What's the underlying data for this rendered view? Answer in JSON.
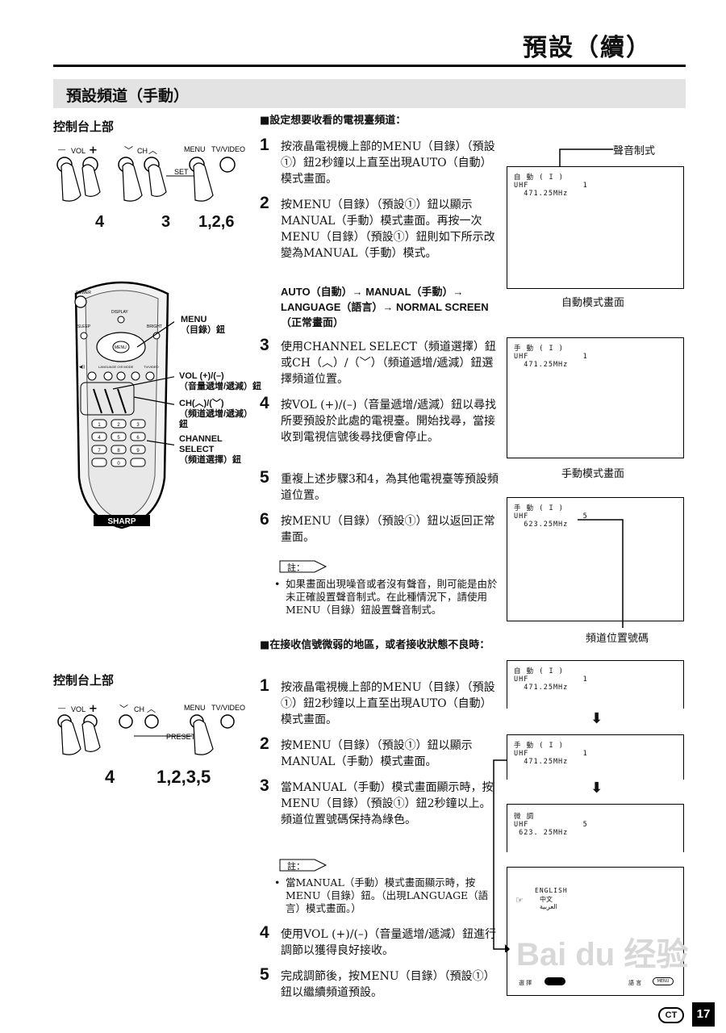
{
  "page": {
    "title": "預設（續）",
    "section": "預設頻道（手動）",
    "page_number": "17",
    "lang_badge": "CT"
  },
  "left": {
    "panel_label_1": "控制台上部",
    "panel_label_2": "控制台上部",
    "panel1": {
      "vol": "VOL",
      "ch": "CH",
      "menu": "MENU",
      "tv_video": "TV/VIDEO",
      "preset": "PRESET",
      "nums": [
        "4",
        "3",
        "1,2,6"
      ]
    },
    "panel2": {
      "vol": "VOL",
      "ch": "CH",
      "menu": "MENU",
      "tv_video": "TV/VIDEO",
      "preset": "PRESET",
      "nums": [
        "4",
        "1,2,3,5"
      ]
    },
    "remote": {
      "brand": "SHARP",
      "power": "POWER",
      "display": "DISPLAY",
      "sleep": "SLEEP",
      "bright": "BRIGHT",
      "menu_btn": "MENU",
      "lang_ois": "LANGUAGE OIS MODE",
      "tv_video": "TV/VIDEO",
      "keys": [
        "1",
        "2",
        "3",
        "4",
        "5",
        "6",
        "7",
        "8",
        "9",
        "0"
      ],
      "labels": [
        "MENU\n（目錄）鈕",
        "VOL (+)/(–)\n（音量遞增/遞減）鈕",
        "CH(︿)/(﹀)\n（頻道遞增/遞減）\n鈕",
        "CHANNEL\nSELECT\n（頻道選擇）鈕"
      ]
    }
  },
  "middle": {
    "heading1": "■設定想要收看的電視臺頻道：",
    "steps1": [
      {
        "num": "1",
        "text": "按液晶電視機上部的MENU（目錄）（預設①）鈕2秒鐘以上直至出現AUTO（自動）模式畫面。"
      },
      {
        "num": "2",
        "text": "按MENU（目錄）（預設①）鈕以顯示MANUAL（手動）模式畫面。再按一次MENU（目錄）（預設①）鈕則如下所示改變為MANUAL（手動）模式。"
      },
      {
        "num": "3",
        "text": "使用CHANNEL SELECT（頻道選擇）鈕或CH（︿）/（﹀）（頻道遞增/遞減）鈕選擇頻道位置。"
      },
      {
        "num": "4",
        "text": "按VOL (+)/(–)（音量遞增/遞減）鈕以尋找所要預設於此處的電視臺。開始找尋，當接收到電視信號後尋找便會停止。"
      },
      {
        "num": "5",
        "text": "重複上述步驟3和4，為其他電視臺等預設頻道位置。"
      },
      {
        "num": "6",
        "text": "按MENU（目錄）（預設①）鈕以返回正常畫面。"
      }
    ],
    "flow": "AUTO（自動）→ MANUAL（手動）→ LANGUAGE（語言）→ NORMAL SCREEN （正常畫面）",
    "note_tag": "註：",
    "note1": "如果畫面出現噪音或者沒有聲音，則可能是由於未正確設置聲音制式。在此種情況下，請使用MENU（目錄）鈕設置聲音制式。",
    "heading2": "■在接收信號微弱的地區，或者接收狀態不良時：",
    "steps2": [
      {
        "num": "1",
        "text": "按液晶電視機上部的MENU（目錄）（預設①）鈕2秒鐘以上直至出現AUTO（自動）模式畫面。"
      },
      {
        "num": "2",
        "text": "按MENU（目錄）（預設①）鈕以顯示MANUAL（手動）模式畫面。"
      },
      {
        "num": "3",
        "text": "當MANUAL（手動）模式畫面顯示時，按MENU（目錄）（預設①）鈕2秒鐘以上。頻道位置號碼保持為綠色。"
      },
      {
        "num": "4",
        "text": "使用VOL (+)/(–)（音量遞增/遞減）鈕進行調節以獲得良好接收。"
      },
      {
        "num": "5",
        "text": "完成調節後，按MENU（目錄）（預設①）鈕以繼續頻道預設。"
      }
    ],
    "note2": "當MANUAL（手動）模式畫面顯示時，按MENU（目錄）鈕。（出現LANGUAGE（語言）模式畫面。）"
  },
  "right": {
    "sound_system_label": "聲音制式",
    "channel_pos_label": "頻道位置號碼",
    "screens": [
      {
        "line1": "自 動 ( I )",
        "line2": "UHF           1",
        "line3": "  471.25MHz",
        "caption": "自動模式畫面"
      },
      {
        "line1": "手 動 ( I )",
        "line2": "UHF           1",
        "line3": "  471.25MHz",
        "caption": "手動模式畫面"
      },
      {
        "line1": "手 動 ( I )",
        "line2": "UHF           5",
        "line3": "  623.25MHz",
        "caption": ""
      },
      {
        "line1": "自 動 ( I )",
        "line2": "UHF           1",
        "line3": "  471.25MHz",
        "caption": ""
      },
      {
        "line1": "手 動 ( I )",
        "line2": "UHF           1",
        "line3": "  471.25MHz",
        "caption": ""
      },
      {
        "line1": "微 調",
        "line2": "UHF           5",
        "line3": " 623. 25MHz",
        "caption": ""
      }
    ],
    "language_screen": {
      "options": [
        "ENGLISH",
        "中文",
        "العربية"
      ],
      "select": "選 擇",
      "language": "語 言",
      "ok_btn": "MENU"
    },
    "arrows": [
      "⬇",
      "⬇"
    ]
  },
  "watermark": "Bai du 经验"
}
